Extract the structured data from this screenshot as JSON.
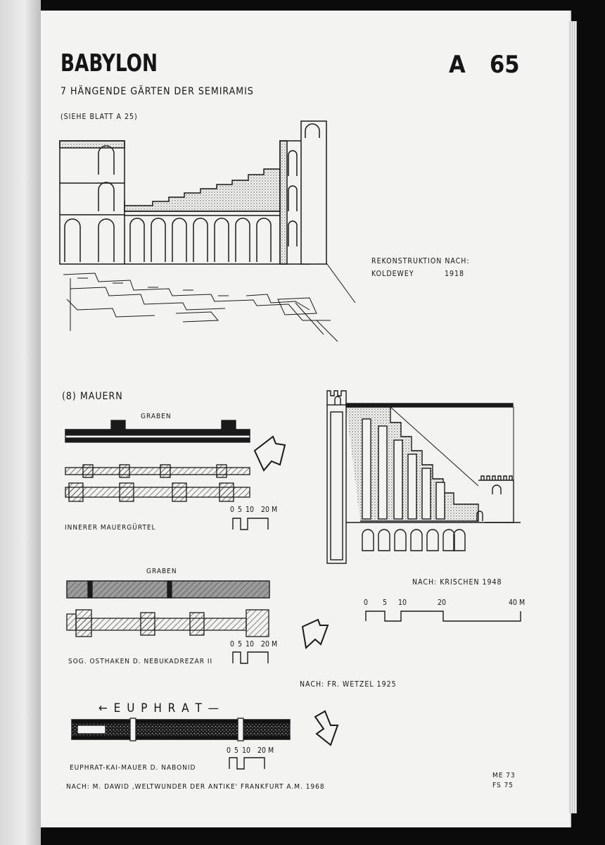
{
  "header": {
    "title": "BABYLON",
    "sheet_letter": "A",
    "sheet_number": "65",
    "subtitle": "7 HÄNGENDE  GÄRTEN DER SEMIRAMIS",
    "reference": "(SIEHE BLATT  A 25)"
  },
  "gardens": {
    "credit_line1": "REKONSTRUKTION NACH:",
    "credit_author": "KOLDEWEY",
    "credit_year": "1918"
  },
  "walls": {
    "heading": "(8) MAUERN",
    "graben_label_1": "GRABEN",
    "graben_label_2": "GRABEN",
    "scale_small": [
      "0",
      "5",
      "10",
      "20 M"
    ],
    "scale_large": [
      "0",
      "5",
      "10",
      "20",
      "40 M"
    ],
    "inner_wall_label": "INNERER MAUERGÜRTEL",
    "east_bastion_label": "SOG. OSTHAKEN D. NEBUKADREZAR II",
    "krischen_credit": "NACH: KRISCHEN  1948",
    "wetzel_credit": "NACH: FR. WETZEL  1925",
    "euphrat_label": "← E U P H R A T —",
    "quay_wall_label": "EUPHRAT-KAI-MAUER D. NABONID"
  },
  "footer": {
    "source": "NACH: M. DAWID ,WELTWUNDER DER ANTIKE' FRANKFURT A.M. 1968",
    "code_1": "ME 73",
    "code_2": "FS 75"
  }
}
